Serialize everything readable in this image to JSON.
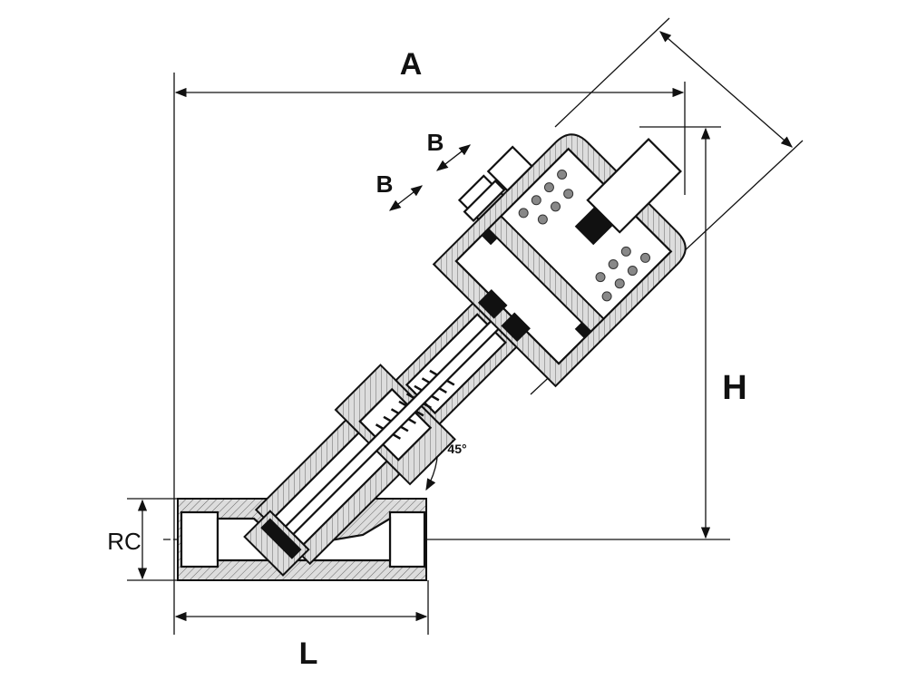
{
  "diagram": {
    "labels": {
      "A": "A",
      "B1": "B",
      "B2": "B",
      "H": "H",
      "RC": "RC",
      "L": "L",
      "angle": "45°"
    }
  }
}
